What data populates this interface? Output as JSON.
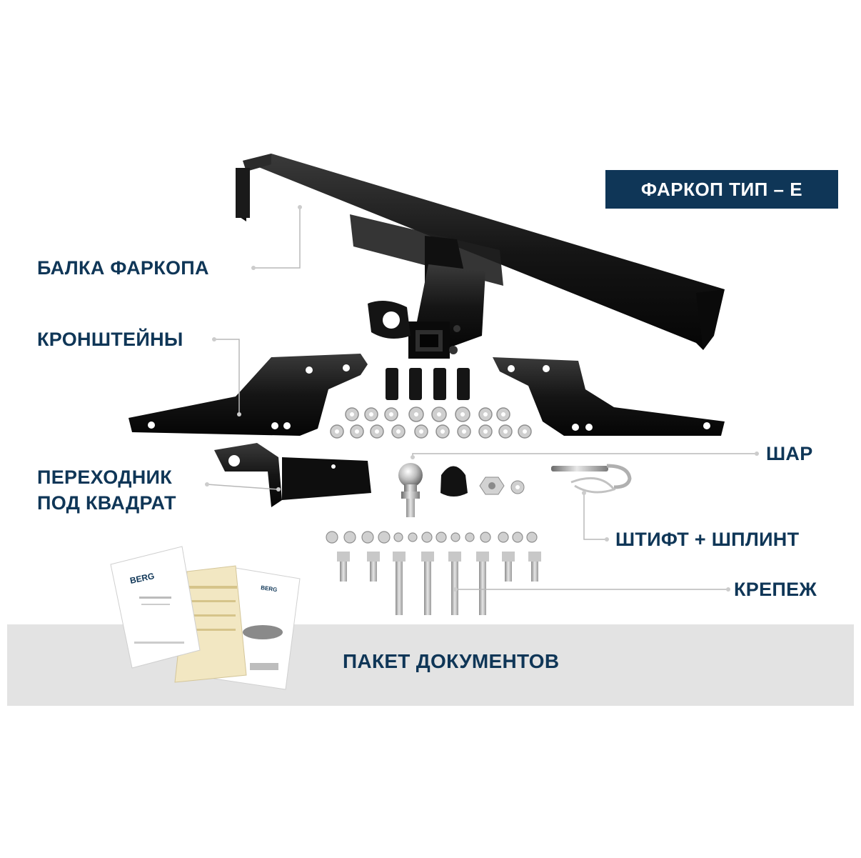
{
  "badge": {
    "text": "ФАРКОП ТИП – Е"
  },
  "labels": {
    "beam": "БАЛКА ФАРКОПА",
    "brackets": "КРОНШТЕЙНЫ",
    "adapter_line1": "ПЕРЕХОДНИК",
    "adapter_line2": "ПОД КВАДРАТ",
    "ball": "ШАР",
    "pin": "ШТИФТ + ШПЛИНТ",
    "fasteners": "КРЕПЕЖ",
    "documents": "ПАКЕТ ДОКУМЕНТОВ"
  },
  "document_brand": "BERG",
  "colors": {
    "brand_navy": "#0f3657",
    "metal_black": "#141414",
    "leader_gray": "#b8b8b8",
    "band_gray": "#e3e3e3"
  }
}
